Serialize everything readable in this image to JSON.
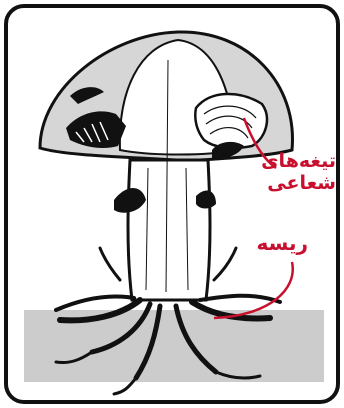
{
  "labels": {
    "gills_line1": "تیغه‌های",
    "gills_line2": "شعاعی",
    "mycelium": "ریسه"
  },
  "colors": {
    "label": "#c8102e",
    "ground": "#cccccc",
    "cap_shade": "#d6d6d6",
    "outline": "#111111"
  }
}
